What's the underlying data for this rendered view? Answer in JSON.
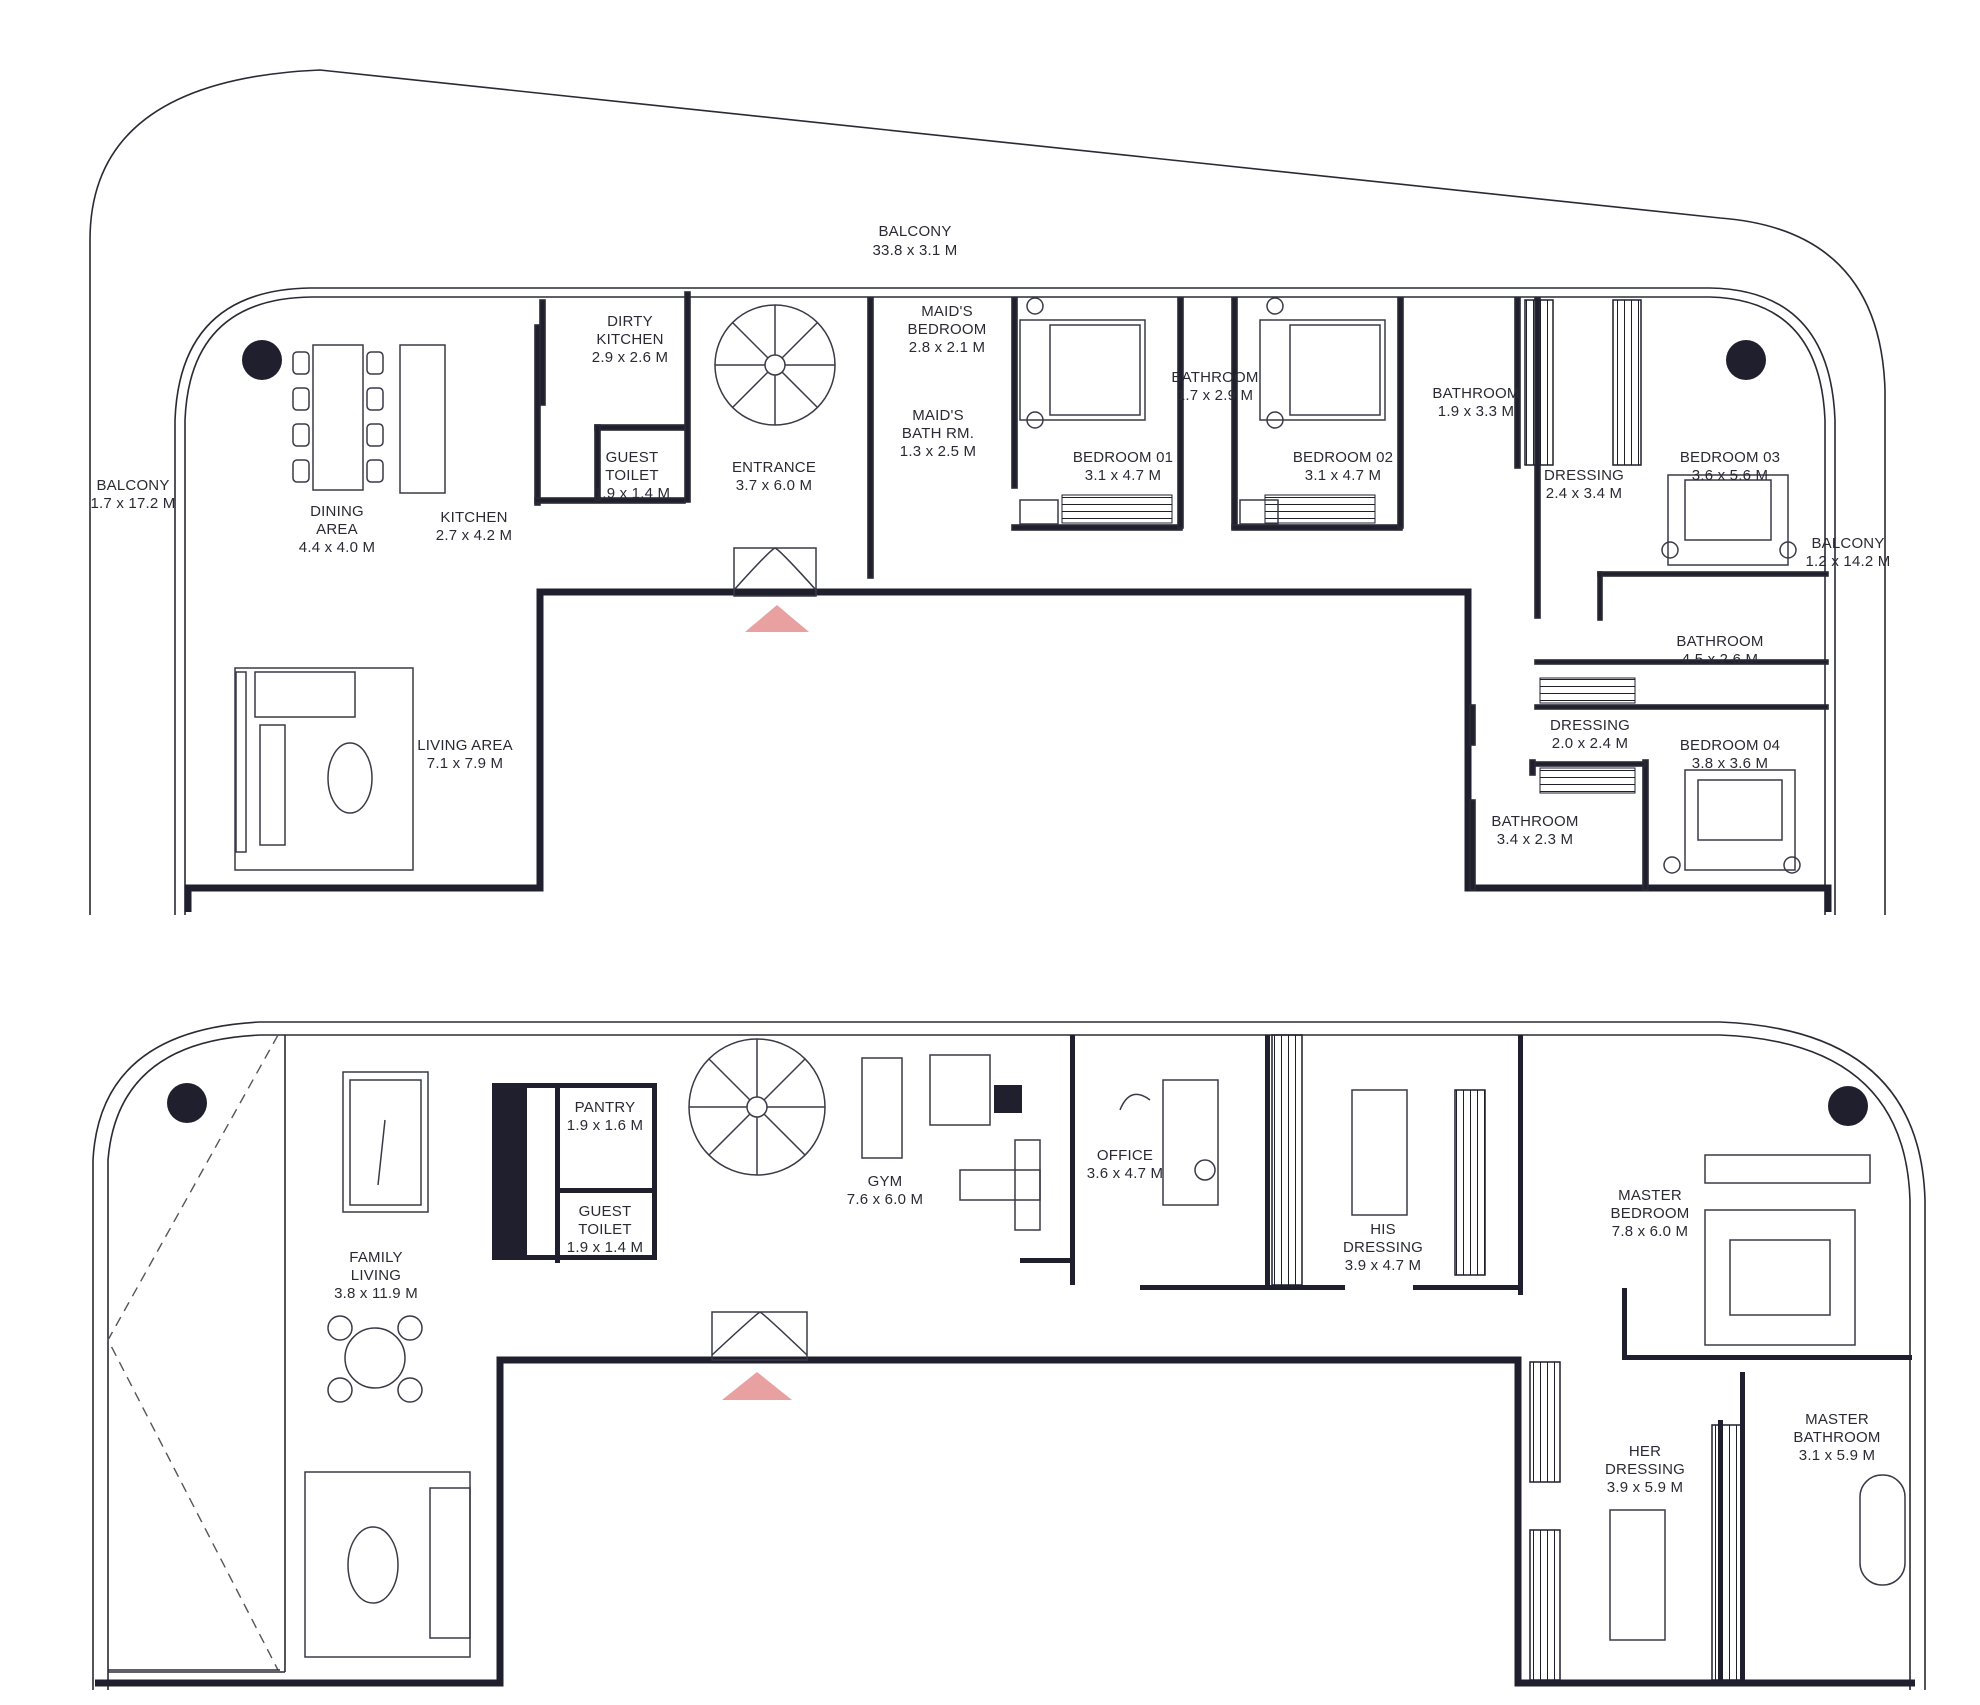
{
  "colors": {
    "wall": "#1f1f2e",
    "line": "#2a2a35",
    "entrance_marker": "#e8a0a0",
    "background": "#ffffff"
  },
  "rooms": {
    "balcony_top": {
      "name": "BALCONY",
      "dims": "33.8 x 3.1 M"
    },
    "balcony_left": {
      "name": "BALCONY",
      "dims": "1.7 x 17.2 M"
    },
    "balcony_right": {
      "name": "BALCONY",
      "dims": "1.2 x 14.2 M"
    },
    "dining": {
      "name1": "DINING",
      "name2": "AREA",
      "dims": "4.4 x 4.0 M"
    },
    "kitchen": {
      "name": "KITCHEN",
      "dims": "2.7 x 4.2 M"
    },
    "dirty_kitchen": {
      "name1": "DIRTY",
      "name2": "KITCHEN",
      "dims": "2.9 x 2.6 M"
    },
    "guest_toilet_1": {
      "name1": "GUEST",
      "name2": "TOILET",
      "dims": "1.9 x 1.4 M"
    },
    "entrance": {
      "name": "ENTRANCE",
      "dims": "3.7 x 6.0 M"
    },
    "maids_bedroom": {
      "name1": "MAID'S",
      "name2": "BEDROOM",
      "dims": "2.8 x 2.1 M"
    },
    "maids_bath": {
      "name1": "MAID'S",
      "name2": "BATH RM.",
      "dims": "1.3 x 2.5 M"
    },
    "bedroom_01": {
      "name": "BEDROOM 01",
      "dims": "3.1 x 4.7 M"
    },
    "bathroom_a": {
      "name": "BATHROOM",
      "dims": "1.7 x 2.9 M"
    },
    "bedroom_02": {
      "name": "BEDROOM 02",
      "dims": "3.1 x 4.7 M"
    },
    "bathroom_b": {
      "name": "BATHROOM",
      "dims": "1.9 x 3.3 M"
    },
    "dressing_a": {
      "name": "DRESSING",
      "dims": "2.4 x 3.4 M"
    },
    "bedroom_03": {
      "name": "BEDROOM 03",
      "dims": "3.6 x 5.6 M"
    },
    "bathroom_c": {
      "name": "BATHROOM",
      "dims": "4.5 x 2.6 M"
    },
    "living": {
      "name": "LIVING AREA",
      "dims": "7.1 x 7.9 M"
    },
    "dressing_b": {
      "name": "DRESSING",
      "dims": "2.0 x 2.4 M"
    },
    "bedroom_04": {
      "name": "BEDROOM 04",
      "dims": "3.8 x 3.6 M"
    },
    "bathroom_d": {
      "name": "BATHROOM",
      "dims": "3.4 x 2.3 M"
    },
    "pantry": {
      "name": "PANTRY",
      "dims": "1.9 x 1.6 M"
    },
    "guest_toilet_2": {
      "name1": "GUEST",
      "name2": "TOILET",
      "dims": "1.9 x 1.4 M"
    },
    "gym": {
      "name": "GYM",
      "dims": "7.6 x 6.0 M"
    },
    "office": {
      "name": "OFFICE",
      "dims": "3.6 x 4.7 M"
    },
    "family_living": {
      "name1": "FAMILY",
      "name2": "LIVING",
      "dims": "3.8 x 11.9 M"
    },
    "his_dressing": {
      "name1": "HIS",
      "name2": "DRESSING",
      "dims": "3.9 x 4.7 M"
    },
    "master_bedroom": {
      "name1": "MASTER",
      "name2": "BEDROOM",
      "dims": "7.8 x 6.0 M"
    },
    "her_dressing": {
      "name1": "HER",
      "name2": "DRESSING",
      "dims": "3.9 x 5.9 M"
    },
    "master_bathroom": {
      "name1": "MASTER",
      "name2": "BATHROOM",
      "dims": "3.1 x 5.9 M"
    }
  }
}
